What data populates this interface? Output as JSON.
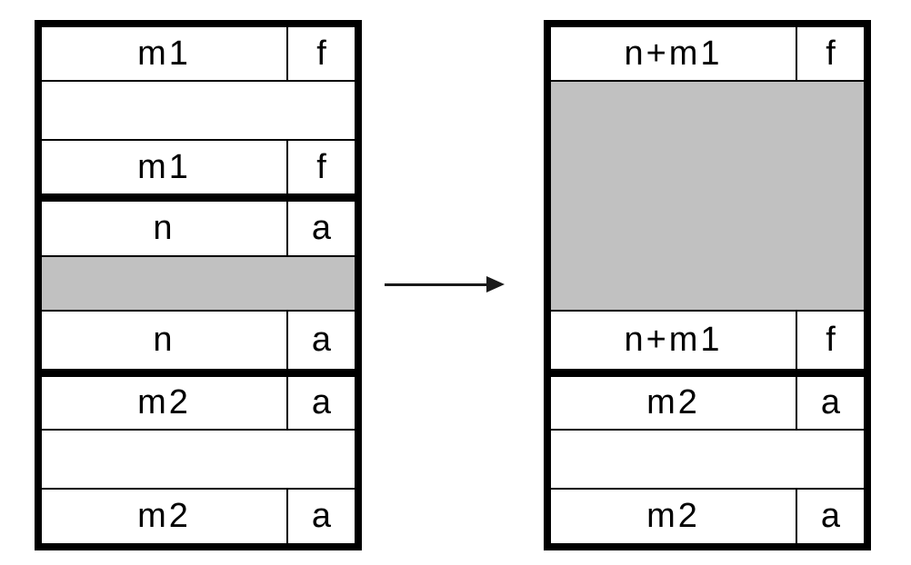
{
  "colors": {
    "line": "#000000",
    "shaded_payload": "#c1c1c1",
    "background": "#ffffff"
  },
  "boxes": {
    "left": {
      "rows": [
        {
          "type": "header",
          "size": "m1",
          "tag": "f"
        },
        {
          "type": "padding"
        },
        {
          "type": "footer",
          "size": "m1",
          "tag": "f"
        },
        {
          "type": "block-divider"
        },
        {
          "type": "header",
          "size": "n",
          "tag": "a"
        },
        {
          "type": "shaded-payload"
        },
        {
          "type": "footer",
          "size": "n",
          "tag": "a"
        },
        {
          "type": "block-divider"
        },
        {
          "type": "header",
          "size": "m2",
          "tag": "a"
        },
        {
          "type": "padding"
        },
        {
          "type": "footer",
          "size": "m2",
          "tag": "a"
        }
      ]
    },
    "right": {
      "rows": [
        {
          "type": "header",
          "size": "n+m1",
          "tag": "f"
        },
        {
          "type": "shaded-payload"
        },
        {
          "type": "footer",
          "size": "n+m1",
          "tag": "f"
        },
        {
          "type": "block-divider"
        },
        {
          "type": "header",
          "size": "m2",
          "tag": "a"
        },
        {
          "type": "padding"
        },
        {
          "type": "footer",
          "size": "m2",
          "tag": "a"
        }
      ]
    }
  }
}
